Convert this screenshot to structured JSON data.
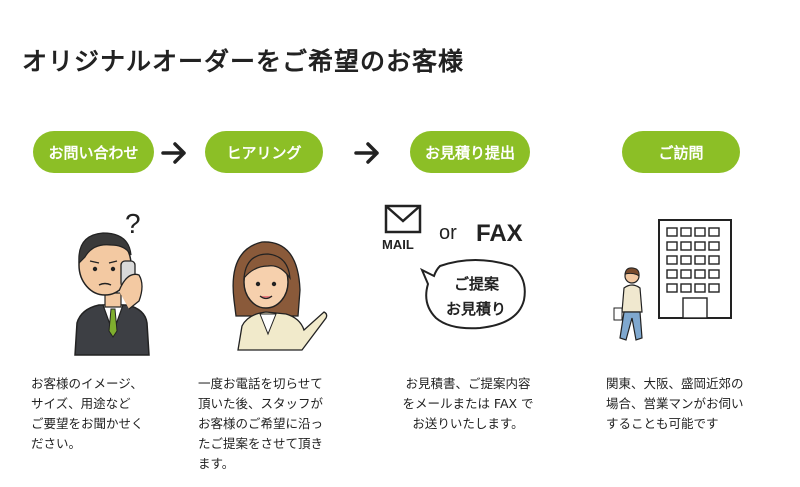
{
  "title": "オリジナルオーダーをご希望のお客様",
  "steps": [
    {
      "label": "お問い合わせ",
      "description": "お客様のイメージ、\nサイズ、用途など\nご要望をお聞かせく\nださい。"
    },
    {
      "label": "ヒアリング",
      "description": "一度お電話を切らせて\n頂いた後、スタッフが\nお客様のご希望に沿っ\nたご提案をさせて頂き\nます。"
    },
    {
      "label": "お見積り提出",
      "description": "お見積書、ご提案内容\nをメールまたは FAX で\nお送りいたします。"
    },
    {
      "label": "ご訪問",
      "description": "関東、大阪、盛岡近郊の\n場合、営業マンがお伺い\nすることも可能です"
    }
  ],
  "illustration": {
    "question_mark": "?",
    "mail_label": "MAIL",
    "or_label": "or",
    "fax_label": "FAX",
    "bubble_line1": "ご提案",
    "bubble_line2": "お見積り"
  },
  "colors": {
    "accent": "#8cbf26",
    "text": "#222222"
  },
  "icons": [
    "arrow-right-icon",
    "envelope-icon",
    "phone-icon",
    "building-icon"
  ]
}
